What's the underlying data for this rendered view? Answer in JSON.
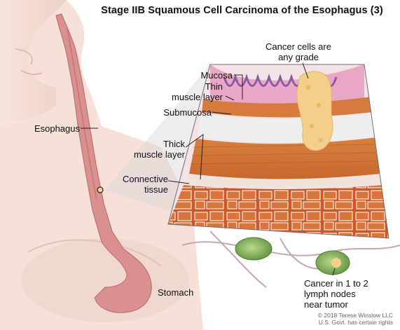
{
  "title": "Stage IIB Squamous Cell Carcinoma of the Esophagus (3)",
  "labels": {
    "esophagus": "Esophagus",
    "stomach": "Stomach",
    "mucosa": "Mucosa",
    "thin_muscle": [
      "Thin",
      "muscle layer"
    ],
    "submucosa": "Submucosa",
    "thick_muscle": [
      "Thick",
      "muscle layer"
    ],
    "connective": [
      "Connective",
      "tissue"
    ],
    "cancer_cells": [
      "Cancer cells are",
      "any grade"
    ],
    "lymph": [
      "Cancer in 1 to 2",
      "lymph nodes",
      "near tumor"
    ]
  },
  "copyright": [
    "© 2018 Terese Winslow LLC",
    "U.S. Govt. has certain rights"
  ],
  "colors": {
    "skin": "#f4dcd2",
    "esophagus": "#d9908f",
    "mucosa": "#e9a7c6",
    "muscle": "#d77a3e",
    "connective": "#c85b2c",
    "tumor": "#f3cf8a",
    "lymph_node": "#7cae55"
  }
}
